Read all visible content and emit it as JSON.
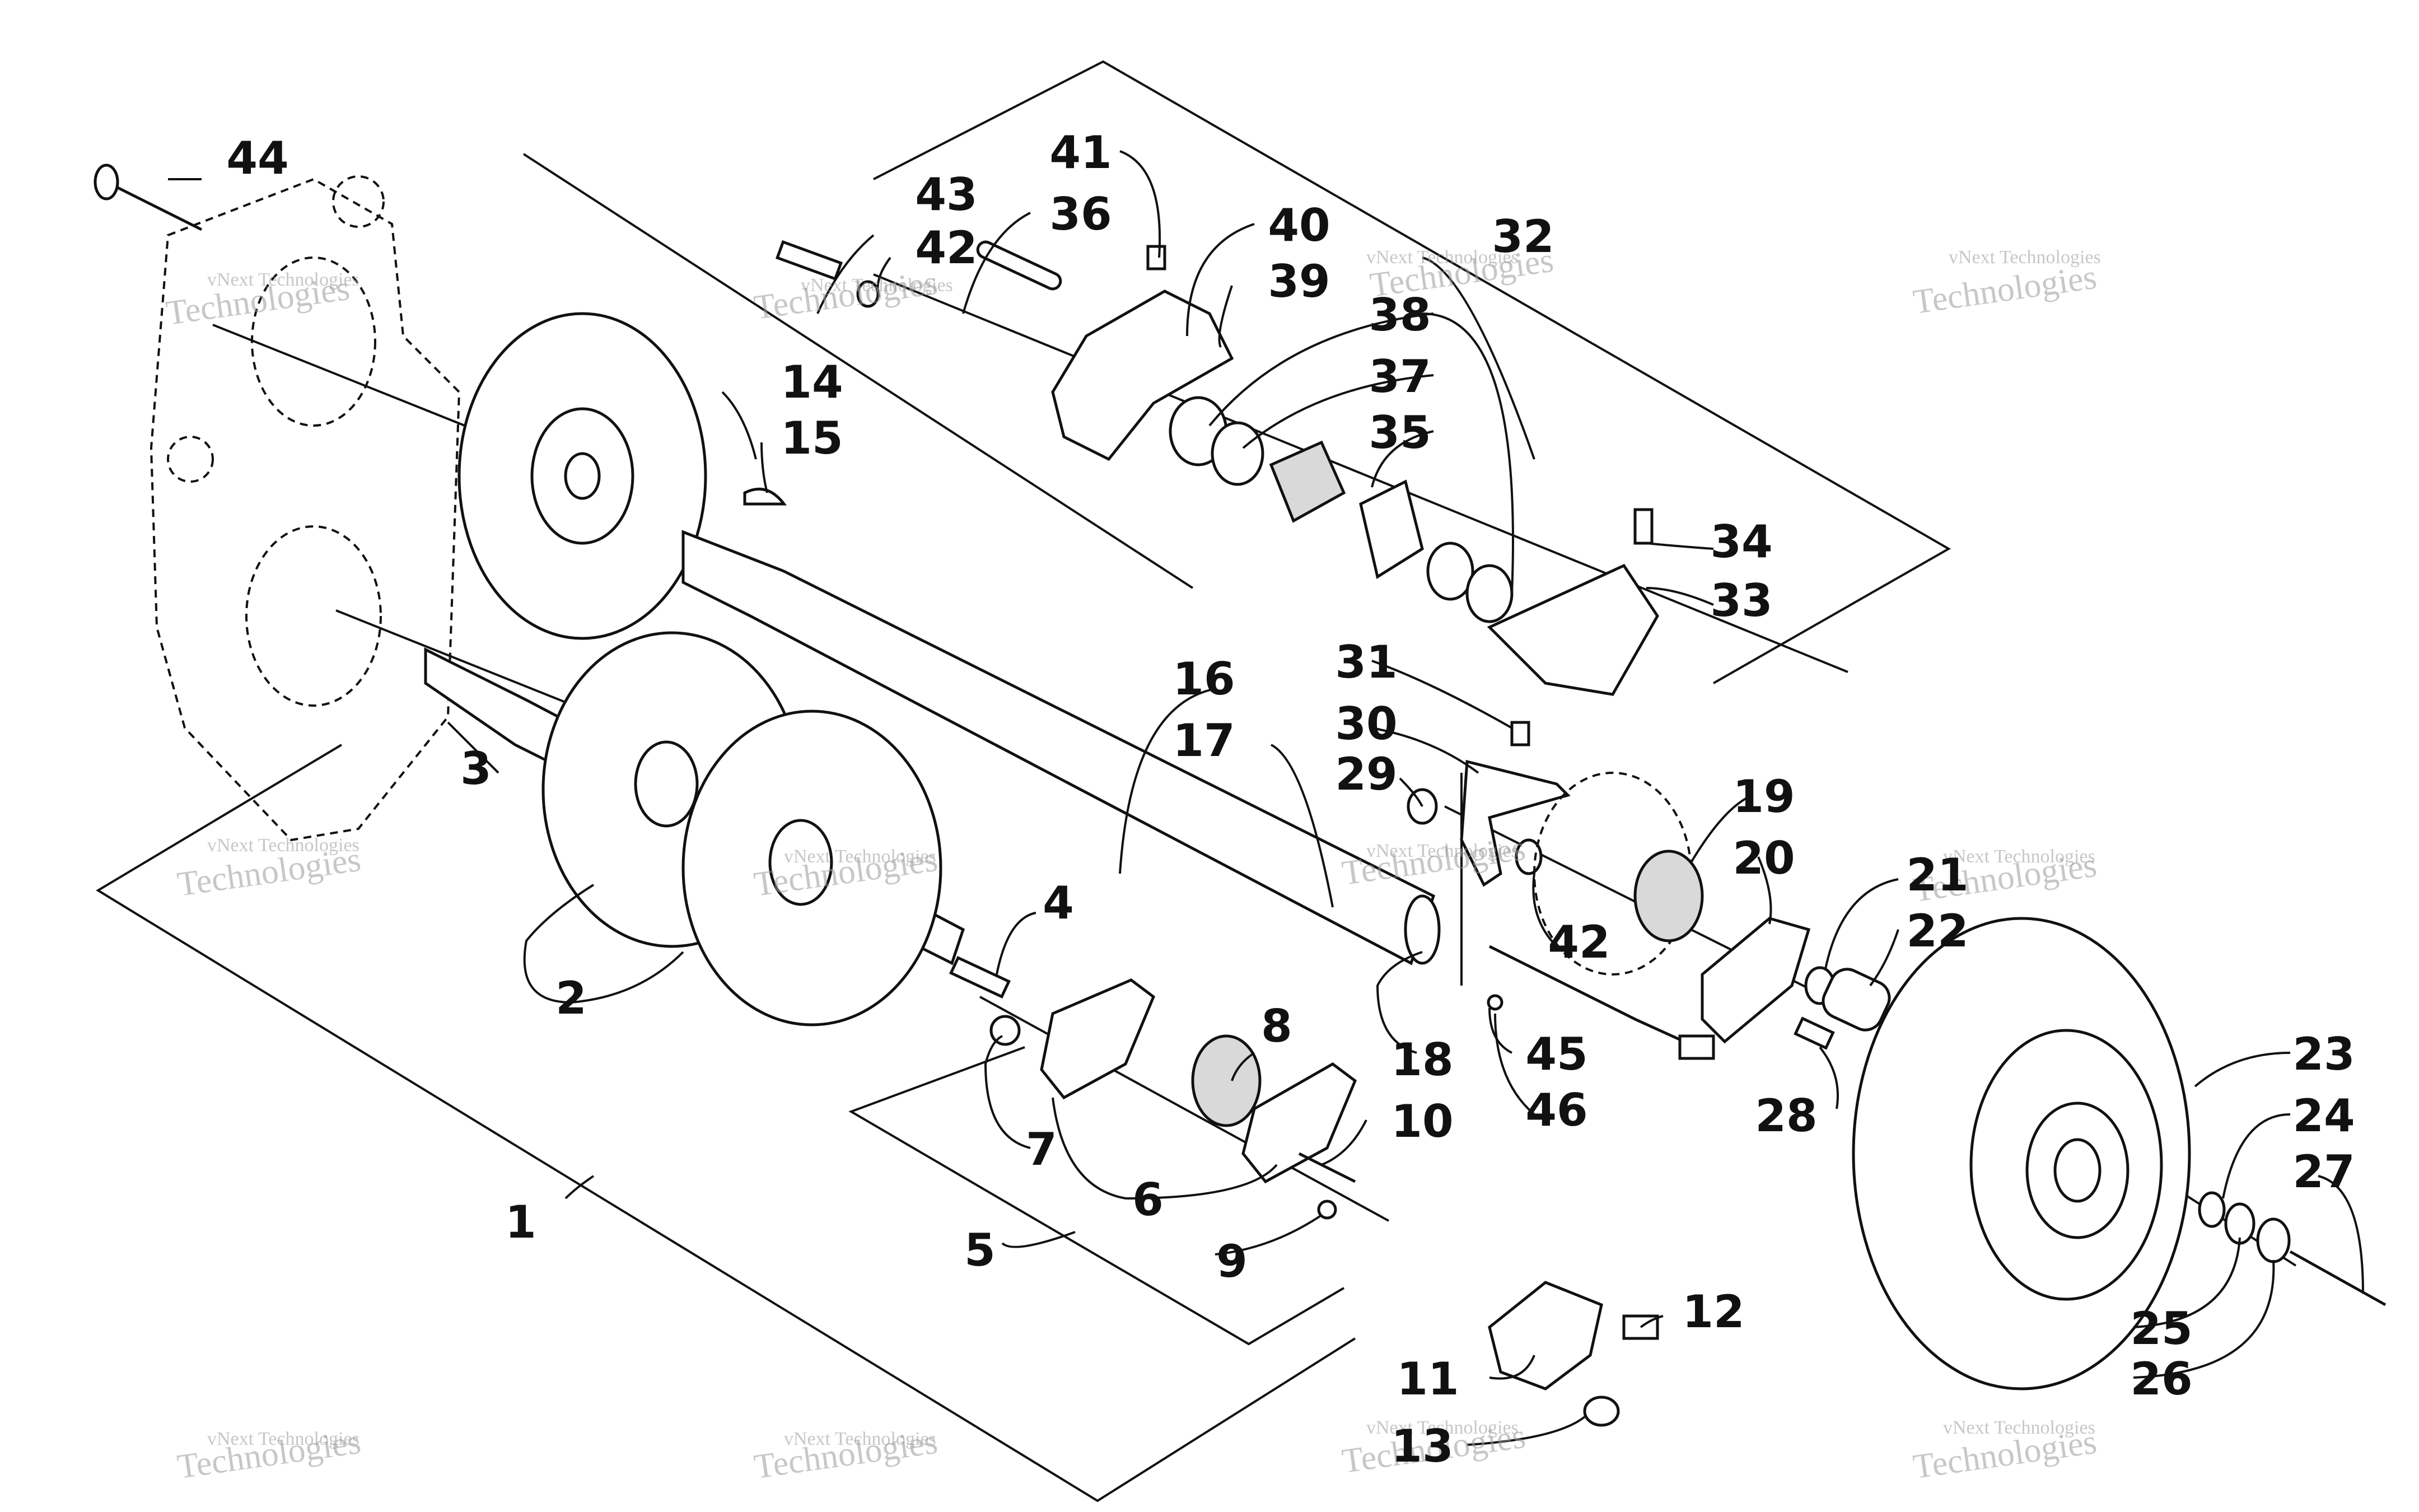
{
  "watermark": {
    "small": "vNext Technologies",
    "big": "Technologies"
  },
  "callouts": [
    {
      "id": "c1",
      "text": "1"
    },
    {
      "id": "c2",
      "text": "2"
    },
    {
      "id": "c3",
      "text": "3"
    },
    {
      "id": "c4",
      "text": "4"
    },
    {
      "id": "c5",
      "text": "5"
    },
    {
      "id": "c6",
      "text": "6"
    },
    {
      "id": "c7",
      "text": "7"
    },
    {
      "id": "c8",
      "text": "8"
    },
    {
      "id": "c9",
      "text": "9"
    },
    {
      "id": "c10",
      "text": "10"
    },
    {
      "id": "c11",
      "text": "11"
    },
    {
      "id": "c12",
      "text": "12"
    },
    {
      "id": "c13",
      "text": "13"
    },
    {
      "id": "c14",
      "text": "14"
    },
    {
      "id": "c15",
      "text": "15"
    },
    {
      "id": "c16",
      "text": "16"
    },
    {
      "id": "c17",
      "text": "17"
    },
    {
      "id": "c18",
      "text": "18"
    },
    {
      "id": "c19",
      "text": "19"
    },
    {
      "id": "c20",
      "text": "20"
    },
    {
      "id": "c21",
      "text": "21"
    },
    {
      "id": "c22",
      "text": "22"
    },
    {
      "id": "c23",
      "text": "23"
    },
    {
      "id": "c24",
      "text": "24"
    },
    {
      "id": "c25",
      "text": "25"
    },
    {
      "id": "c26",
      "text": "26"
    },
    {
      "id": "c27",
      "text": "27"
    },
    {
      "id": "c28",
      "text": "28"
    },
    {
      "id": "c29",
      "text": "29"
    },
    {
      "id": "c30",
      "text": "30"
    },
    {
      "id": "c31",
      "text": "31"
    },
    {
      "id": "c32",
      "text": "32"
    },
    {
      "id": "c33",
      "text": "33"
    },
    {
      "id": "c34",
      "text": "34"
    },
    {
      "id": "c35",
      "text": "35"
    },
    {
      "id": "c36",
      "text": "36"
    },
    {
      "id": "c37",
      "text": "37"
    },
    {
      "id": "c38",
      "text": "38"
    },
    {
      "id": "c39",
      "text": "39"
    },
    {
      "id": "c40",
      "text": "40"
    },
    {
      "id": "c41",
      "text": "41"
    },
    {
      "id": "c42a",
      "text": "42"
    },
    {
      "id": "c42b",
      "text": "42"
    },
    {
      "id": "c43",
      "text": "43"
    },
    {
      "id": "c44",
      "text": "44"
    },
    {
      "id": "c45",
      "text": "45"
    },
    {
      "id": "c46",
      "text": "46"
    }
  ]
}
